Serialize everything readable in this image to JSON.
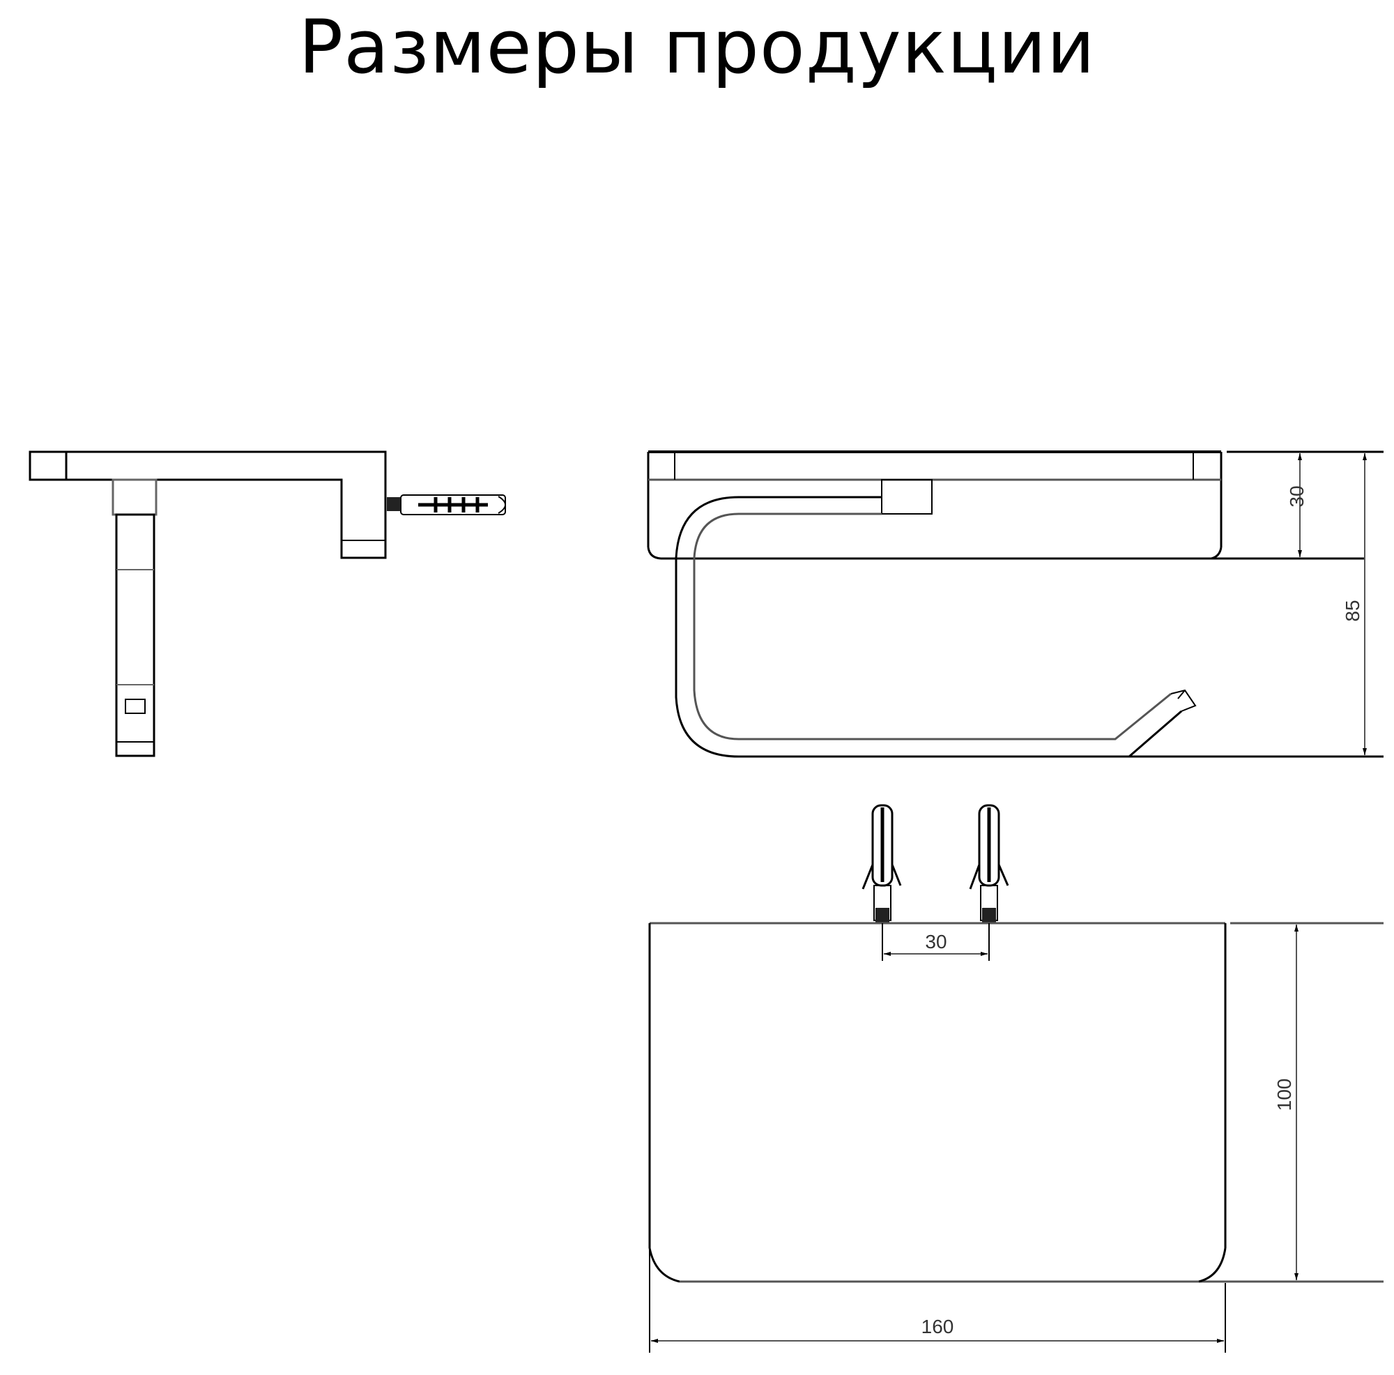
{
  "title": "Размеры продукции",
  "views": {
    "side": {
      "name": "side-view"
    },
    "front": {
      "name": "front-view",
      "dimensions": {
        "base_depth": "30",
        "total_height": "85"
      }
    },
    "top": {
      "name": "top-view",
      "dimensions": {
        "hole_spacing": "30",
        "depth": "100",
        "width": "160"
      }
    }
  },
  "colors": {
    "line": "#000000",
    "thin_line": "#555555",
    "background": "#ffffff"
  }
}
